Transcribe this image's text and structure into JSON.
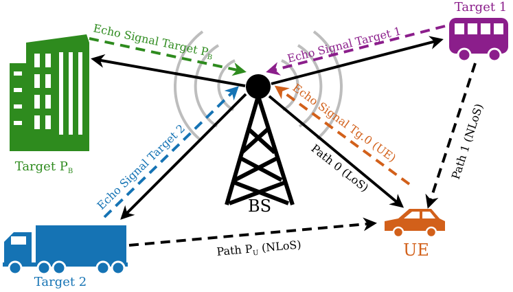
{
  "colors": {
    "green": "#2e8b1e",
    "purple": "#8b1e8b",
    "orange": "#d2601a",
    "blue": "#1573b4",
    "black": "#000000",
    "ring": "#bdbdbd"
  },
  "nodes": {
    "bs_label": "BS",
    "ue_label": "UE",
    "target1_label": "Target 1",
    "target2_label": "Target 2",
    "targetpb_label": "Target P",
    "targetpb_sub": "B"
  },
  "icons": {
    "bs": "cell-tower-icon",
    "ue": "car-icon",
    "target1": "bus-icon",
    "target2": "truck-icon",
    "targetpb": "building-icon"
  },
  "echoes": {
    "pb_main": "Echo Signal Target P",
    "pb_sub": "B",
    "t1": "Echo Signal Target 1",
    "t2": "Echo Signal Target 2",
    "tg0": "Echo Signal Tg.0 (UE)"
  },
  "paths": {
    "path0": "Path 0 (LoS)",
    "path1": "Path 1 (NLoS)",
    "pathpu_main": "Path P",
    "pathpu_sub": "U",
    "pathpu_tail": " (NLoS)"
  }
}
